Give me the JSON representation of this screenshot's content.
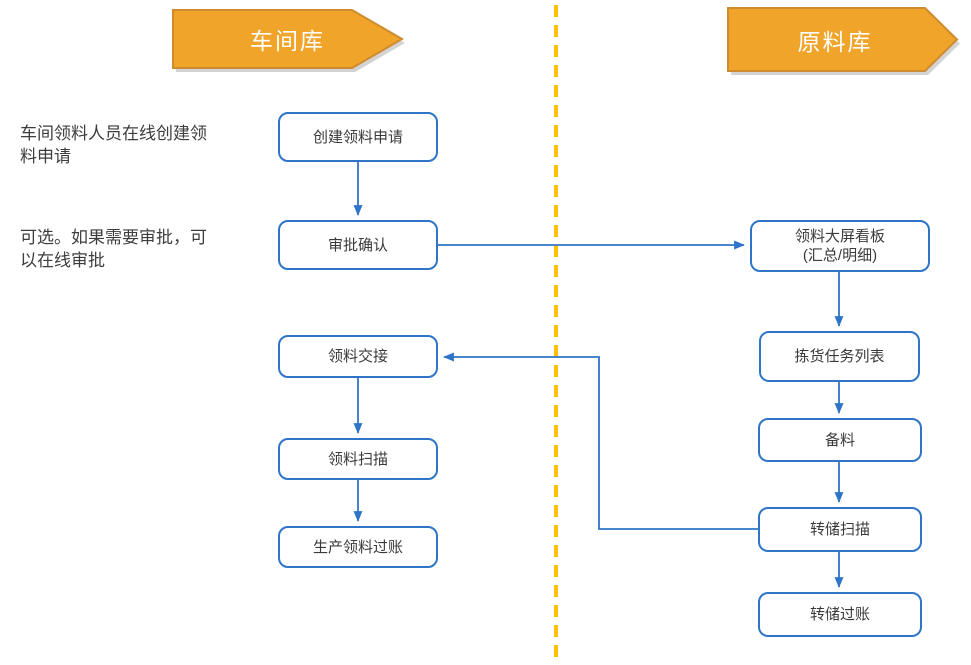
{
  "diagram": {
    "lanes": [
      {
        "label": "车间库"
      },
      {
        "label": "原料库"
      }
    ],
    "annotations": [
      {
        "text": "车间领料人员在线创建领料申请"
      },
      {
        "text": "可选。如果需要审批，可以在线审批"
      }
    ],
    "nodes": [
      {
        "label": "创建领料申请"
      },
      {
        "label": "审批确认"
      },
      {
        "label": "领料交接"
      },
      {
        "label": "领料扫描"
      },
      {
        "label": "生产领料过账"
      },
      {
        "label": "领料大屏看板",
        "label2": "(汇总/明细)"
      },
      {
        "label": "拣货任务列表"
      },
      {
        "label": "备料"
      },
      {
        "label": "转储扫描"
      },
      {
        "label": "转储过账"
      }
    ],
    "edges": [
      {
        "from": "创建领料申请",
        "to": "审批确认"
      },
      {
        "from": "审批确认",
        "to": "领料大屏看板 (汇总/明细)"
      },
      {
        "from": "领料大屏看板 (汇总/明细)",
        "to": "拣货任务列表"
      },
      {
        "from": "拣货任务列表",
        "to": "备料"
      },
      {
        "from": "备料",
        "to": "转储扫描"
      },
      {
        "from": "转储扫描",
        "to": "转储过账"
      },
      {
        "from": "转储扫描",
        "to": "领料交接"
      },
      {
        "from": "领料交接",
        "to": "领料扫描"
      },
      {
        "from": "领料扫描",
        "to": "生产领料过账"
      }
    ],
    "colors": {
      "banner_fill": "#F0A42A",
      "banner_border": "#CE8B2F",
      "node_border": "#2E75C9",
      "connector": "#2E75C9",
      "divider": "#FFC000",
      "node_text": "#3A3A3A",
      "banner_text": "#FFFFFF"
    }
  }
}
